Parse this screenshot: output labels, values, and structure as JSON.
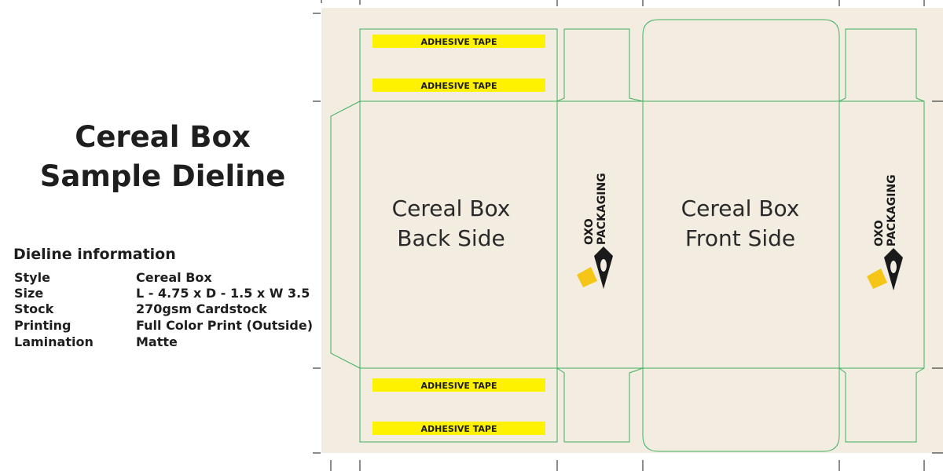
{
  "title": {
    "line1": "Cereal Box",
    "line2": "Sample Dieline"
  },
  "info": {
    "heading": "Dieline information",
    "rows": [
      {
        "label": "Style",
        "value": "Cereal Box"
      },
      {
        "label": "Size",
        "value": "L - 4.75 x D - 1.5 x W 3.5"
      },
      {
        "label": "Stock",
        "value": "270gsm Cardstock"
      },
      {
        "label": "Printing",
        "value": "Full Color Print (Outside)"
      },
      {
        "label": "Lamination",
        "value": "Matte"
      }
    ]
  },
  "dieline": {
    "back_panel": {
      "line1": "Cereal Box",
      "line2": "Back Side"
    },
    "front_panel": {
      "line1": "Cereal Box",
      "line2": "Front Side"
    },
    "tape_label": "ADHESIVE TAPE",
    "logo": {
      "mark": "OXO",
      "line1": "OXO",
      "line2": "PACKAGING"
    }
  },
  "colors": {
    "sheet": "#f3ece0",
    "cut_line": "#3db060",
    "tape": "#fff200",
    "logo_yellow": "#f5c518",
    "text": "#1e1e1e"
  }
}
